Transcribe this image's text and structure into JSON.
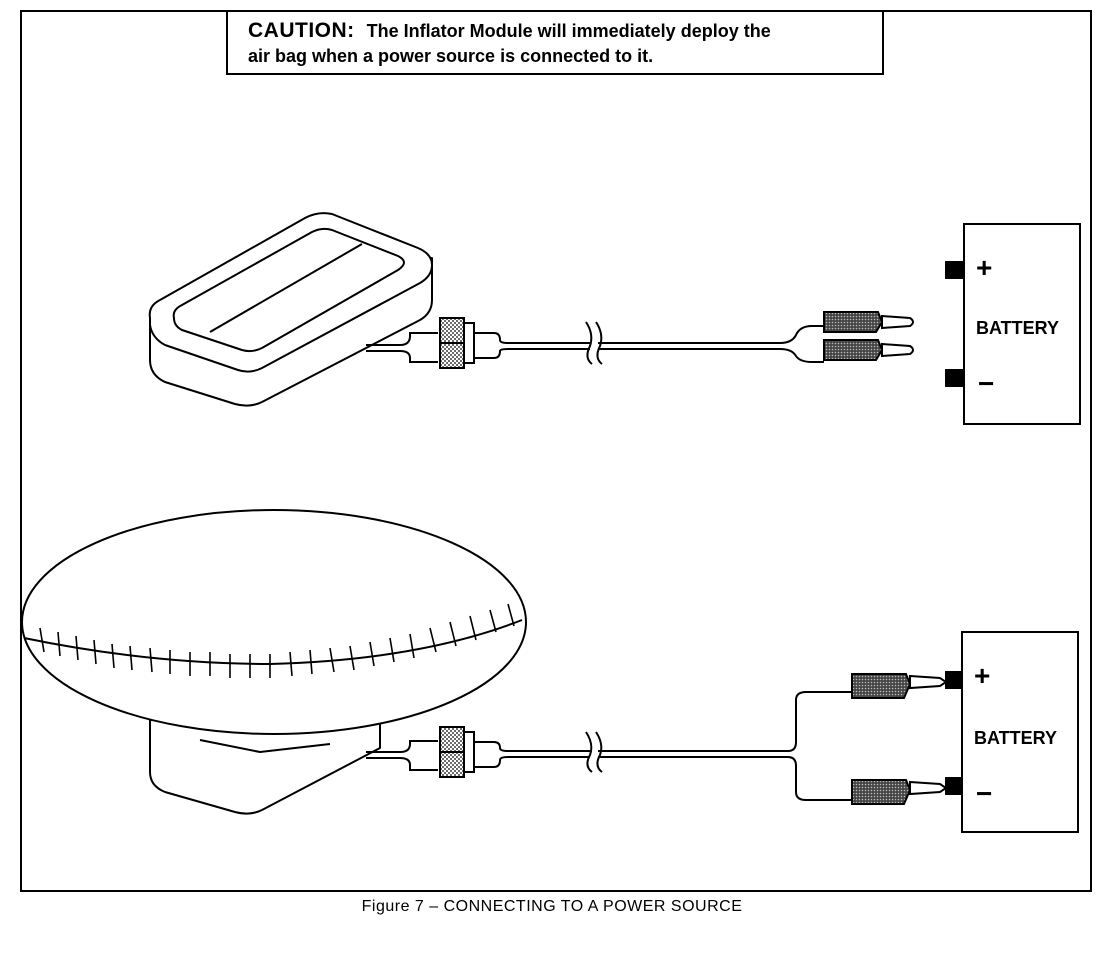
{
  "caution": {
    "label": "CAUTION:",
    "text_line1": "The Inflator Module will immediately deploy the",
    "text_line2": "air bag when a power source is connected to it."
  },
  "battery_top": {
    "label": "BATTERY",
    "plus": "+",
    "minus": "−"
  },
  "battery_bottom": {
    "label": "BATTERY",
    "plus": "+",
    "minus": "−"
  },
  "caption": "Figure  7 –  CONNECTING TO A POWER SOURCE",
  "colors": {
    "line": "#000000",
    "connector_fill": "#c8c8c8",
    "clip_fill": "#555555"
  }
}
